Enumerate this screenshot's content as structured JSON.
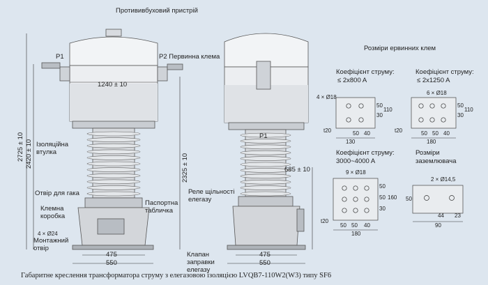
{
  "caption": "Габаритне креслення трансформатора струму з елегазовою ізоляцією LVQB7-110W2(W3) типу SF6",
  "labels": {
    "anti_explosion_device": "Протививбуховий пристрій",
    "p1_left": "P1",
    "p2_primary_terminal": "P2 Первинна клема",
    "insulating_bushing": "Ізоляційна втулка",
    "hook_hole": "Отвір для гака",
    "terminal_box": "Клемна коробка",
    "passport_plate": "Паспортна табличка",
    "mounting_hole_count": "4 × Ø24",
    "mounting_hole": "Монтажний отвір",
    "tightness_relay": "Реле щільності елегазу",
    "gas_filling_valve": "Клапан заправки елегазу",
    "p1_side": "P1"
  },
  "dimensions": {
    "width_top": "1240 ± 10",
    "total_height": "2725 ± 10",
    "body_height": "2420 ± 10",
    "base_height": "2325 ± 10",
    "side_offset": "685 ± 10",
    "base_inner_front": "475",
    "base_outer_front": "550",
    "base_inner_side": "475",
    "base_outer_side": "550"
  },
  "terminal_section": {
    "title": "Розміри ервинних клем",
    "blocks": [
      {
        "heading_line1": "Коефіцієнт струму:",
        "heading_line2": "≤ 2x800 A",
        "holes": "4 × Ø18",
        "thickness": "t20",
        "dims": [
          "50",
          "30",
          "110",
          "50",
          "40",
          "130"
        ]
      },
      {
        "heading_line1": "Коефіцієнт струму:",
        "heading_line2": "≤ 2x1250 A",
        "holes": "6 × Ø18",
        "thickness": "t20",
        "dims": [
          "50",
          "30",
          "110",
          "50",
          "50",
          "40",
          "180"
        ]
      },
      {
        "heading_line1": "Коефіцієнт струму:",
        "heading_line2": "3000~4000 A",
        "holes": "9 × Ø18",
        "thickness": "t20",
        "dims": [
          "50",
          "50",
          "30",
          "160",
          "50",
          "50",
          "40",
          "180"
        ]
      },
      {
        "heading_line1": "Розміри",
        "heading_line2": "заземлювача",
        "holes": "2 × Ø14,5",
        "dims": [
          "50",
          "44",
          "23",
          "90"
        ]
      }
    ]
  }
}
